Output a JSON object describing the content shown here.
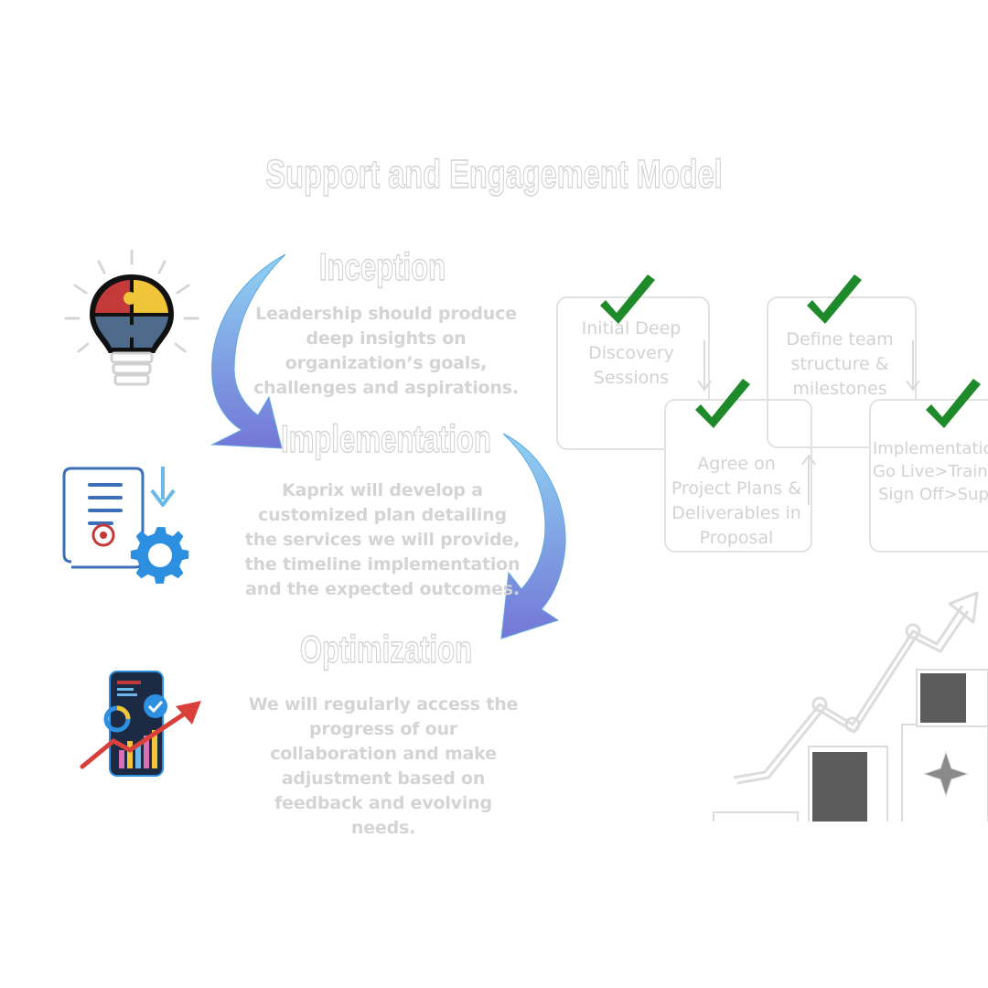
{
  "title": "Support and Engagement Model",
  "phases": [
    {
      "title": "Inception",
      "description": "Leadership should produce deep insights on organization’s goals, challenges and aspirations.",
      "icon": "lightbulb-puzzle-icon"
    },
    {
      "title": "Implementation",
      "description": "Kaprix will develop a customized plan detailing the services we will provide, the timeline implementation and the expected outcomes.",
      "icon": "document-gear-icon"
    },
    {
      "title": "Optimization",
      "description": "We will regularly access the progress of our collaboration and make adjustment based on feedback and  evolving needs.",
      "icon": "phone-chart-icon"
    }
  ],
  "steps": [
    {
      "label_lines": [
        "Initial Deep",
        "Discovery",
        "Sessions"
      ],
      "completed": true
    },
    {
      "label_lines": [
        "Agree on",
        "Project Plans &",
        "Deliverables in",
        "Proposal"
      ],
      "completed": true
    },
    {
      "label_lines": [
        "Define team",
        "structure &",
        "milestones"
      ],
      "completed": true
    },
    {
      "label_lines": [
        "Implementation",
        "Go Live>Training",
        "Sign Off>Support"
      ],
      "completed": true
    }
  ],
  "colors": {
    "check": "#1f8a2a",
    "arrow_top": "#8fd3f3",
    "arrow_bottom": "#7376d6",
    "outline_text": "#d2d2d2",
    "bulb_red": "#c4393a",
    "bulb_yellow": "#f0c53a",
    "bulb_blue": "#4f6b8c",
    "gear_blue": "#2d8fe0",
    "trend_red": "#d9403a"
  }
}
